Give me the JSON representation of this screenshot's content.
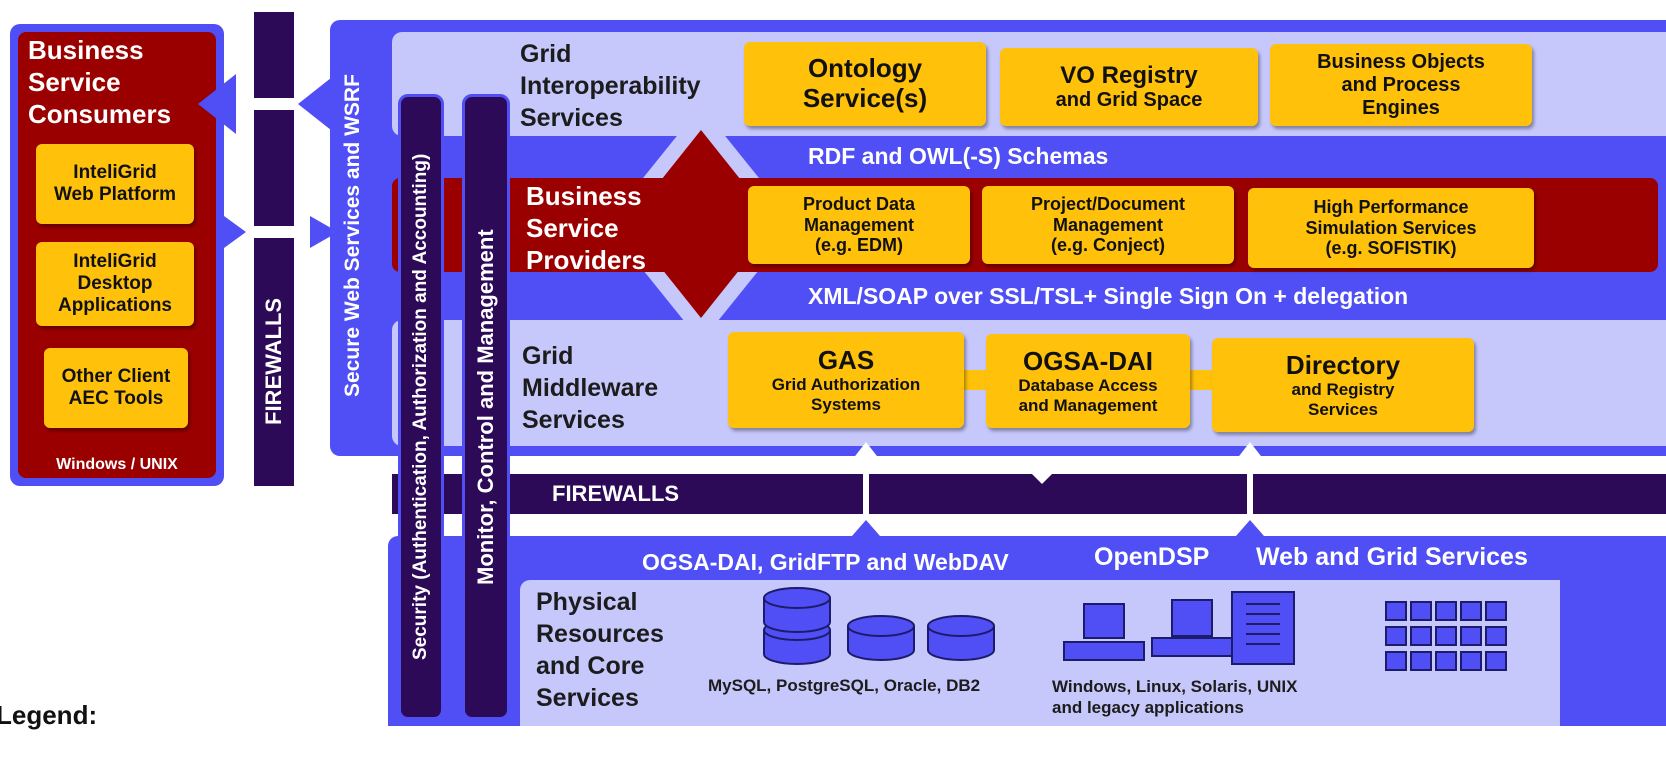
{
  "consumers": {
    "title_lines": [
      "Business",
      "Service",
      "Consumers"
    ],
    "items": [
      [
        "InteliGrid",
        "Web Platform"
      ],
      [
        "InteliGrid",
        "Desktop",
        "Applications"
      ],
      [
        "Other Client",
        "AEC Tools"
      ]
    ],
    "footer": "Windows / UNIX"
  },
  "firewall_vertical": "FIREWALLS",
  "secure_ws": "Secure Web Services and WSRF",
  "security_bar": "Security (Authentication, Authorization and Accounting)",
  "monitor_bar": "Monitor, Control and Management",
  "interop": {
    "label_lines": [
      "Grid",
      "Interoperability",
      "Services"
    ],
    "boxes": [
      [
        "Ontology",
        "Service(s)"
      ],
      [
        "VO Registry",
        "and Grid Space"
      ],
      [
        "Business Objects",
        "and Process",
        "Engines"
      ]
    ]
  },
  "rdf_schemas": "RDF and OWL(-S) Schemas",
  "providers": {
    "label_lines": [
      "Business",
      "Service",
      "Providers"
    ],
    "boxes": [
      [
        "Product Data",
        "Management",
        "(e.g. EDM)"
      ],
      [
        "Project/Document",
        "Management",
        "(e.g. Conject)"
      ],
      [
        "High Performance",
        "Simulation Services",
        "(e.g. SOFISTIK)"
      ]
    ]
  },
  "xml_soap": "XML/SOAP over SSL/TSL+ Single Sign On + delegation",
  "middleware": {
    "label_lines": [
      "Grid",
      "Middleware",
      "Services"
    ],
    "boxes": [
      {
        "title": "GAS",
        "sub": [
          "Grid Authorization",
          "Systems"
        ]
      },
      {
        "title": "OGSA-DAI",
        "sub": [
          "Database Access",
          "and Management"
        ]
      },
      {
        "title": "Directory",
        "sub": [
          "and Registry",
          "Services"
        ]
      }
    ]
  },
  "firewall_horizontal": "FIREWALLS",
  "protocols": {
    "ogsa": "OGSA-DAI, GridFTP and WebDAV",
    "opendsp": "OpenDSP",
    "webgrid": "Web and Grid Services"
  },
  "physical": {
    "label_lines": [
      "Physical",
      "Resources",
      "and Core",
      "Services"
    ],
    "db_caption": "MySQL, PostgreSQL, Oracle, DB2",
    "os_caption_lines": [
      "Windows, Linux, Solaris, UNIX",
      "and legacy applications"
    ]
  },
  "legend": "Legend:",
  "colors": {
    "blue": "#4f4ff5",
    "light_blue": "#c6c7fb",
    "dark_red": "#9b0000",
    "dark_purple": "#2d0a58",
    "gold": "#ffc10a"
  },
  "icons": [
    "database-icon",
    "workstation-icon",
    "server-icon",
    "grid-nodes-icon"
  ]
}
